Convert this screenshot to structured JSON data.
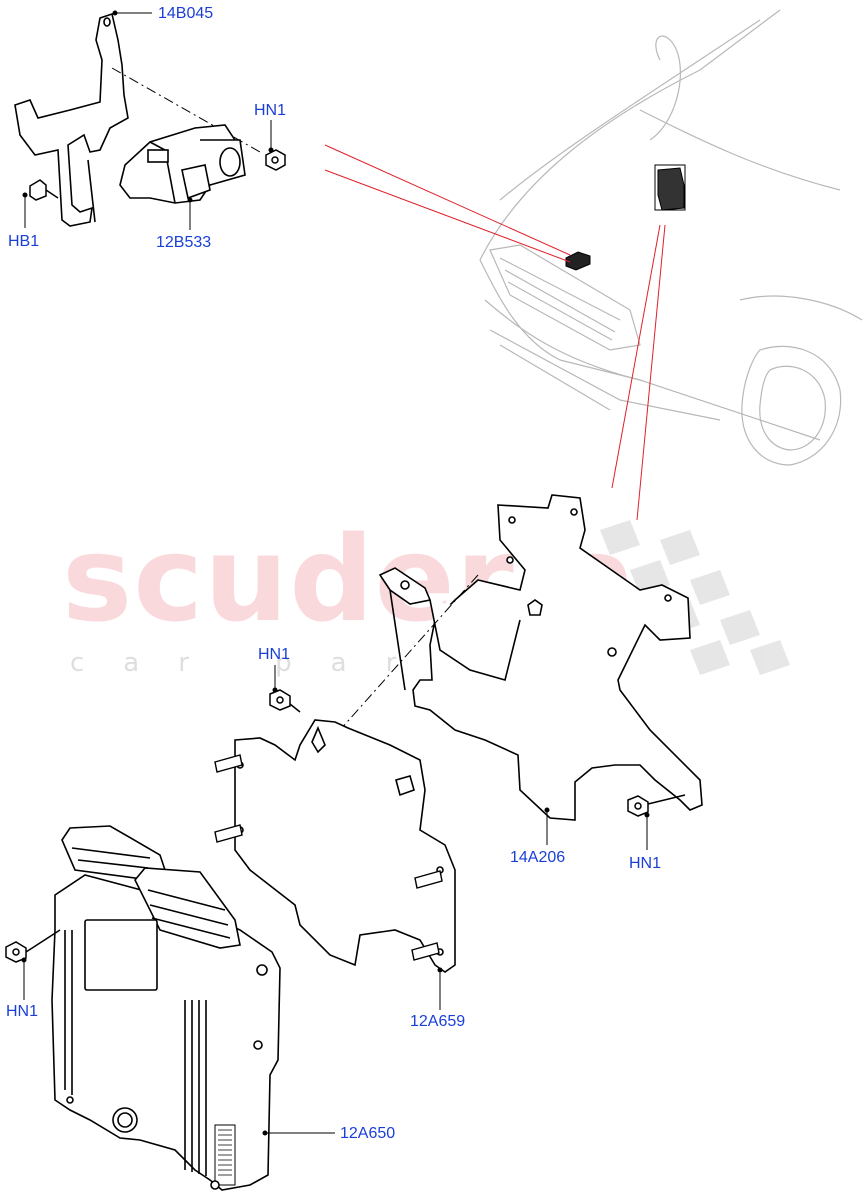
{
  "watermark": {
    "brand": "scuderia",
    "tagline": "car parts"
  },
  "labels": {
    "p14B045": "14B045",
    "hn1_top": "HN1",
    "hb1": "HB1",
    "p12B533": "12B533",
    "hn1_mid": "HN1",
    "hn1_right": "HN1",
    "p14A206": "14A206",
    "hn1_left": "HN1",
    "p12A659": "12A659",
    "p12A650": "12A650"
  },
  "colors": {
    "label": "#1a3fd6",
    "leader_line": "#000000",
    "callout_line": "#e0202a",
    "car_outline": "#b8b8b8",
    "watermark_red": "#ec7880"
  }
}
